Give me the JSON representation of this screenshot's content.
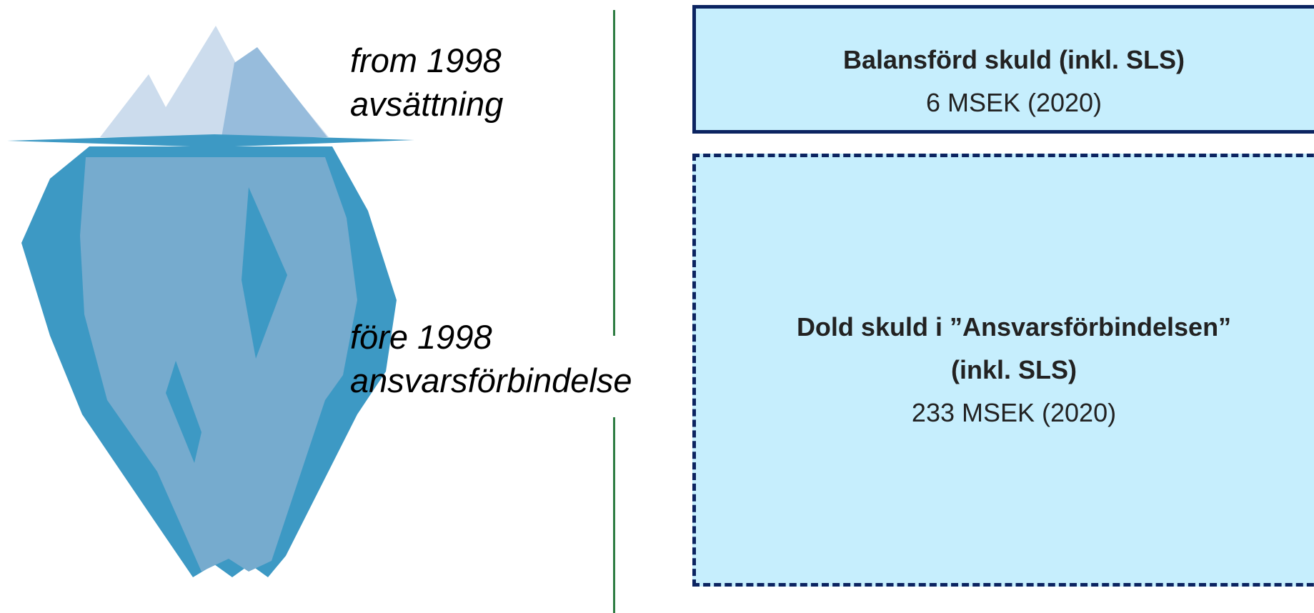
{
  "iceberg": {
    "above_water_label_line1": "from 1998",
    "above_water_label_line2": "avsättning",
    "below_water_label_line1": "före 1998",
    "below_water_label_line2": "ansvarsförbindelse",
    "colors": {
      "dark_blue": "#3d99c4",
      "mid_blue": "#76abce",
      "light_peak": "#ccdced",
      "peak_shade": "#97bcdc"
    }
  },
  "boxes": {
    "top": {
      "title": "Balansförd skuld (inkl. SLS)",
      "value": "6 MSEK (2020)"
    },
    "bottom": {
      "title_line1": "Dold skuld i ”Ansvarsförbindelsen”",
      "title_line2": "(inkl. SLS)",
      "value": "233 MSEK (2020)"
    },
    "colors": {
      "fill": "#c6eefd",
      "border": "#0c2461"
    }
  },
  "divider_color": "#2e7d43"
}
